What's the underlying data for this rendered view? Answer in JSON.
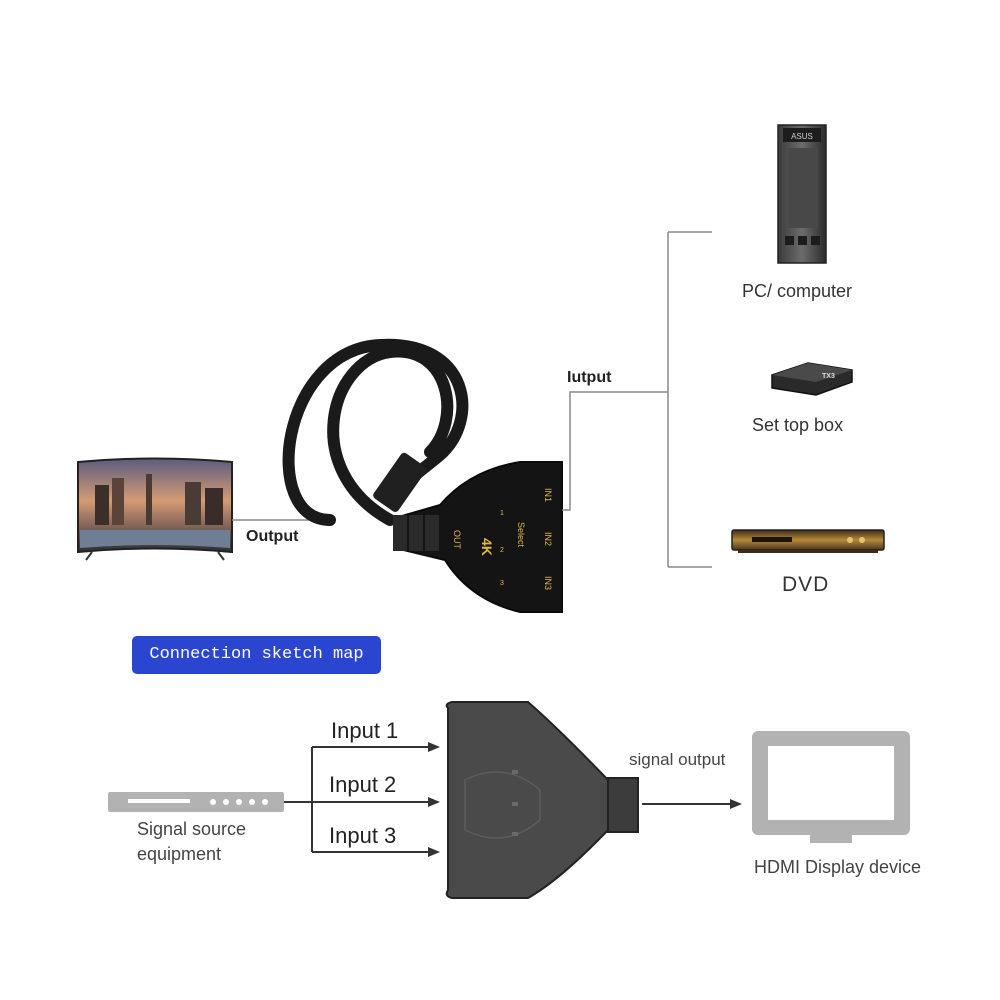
{
  "photo": {
    "tv_output_label": "Output",
    "switch_output_label": "Iutput",
    "switch_ports": [
      "IN1",
      "IN2",
      "IN3"
    ],
    "switch_resolution": "4K",
    "switch_select_label": "Select",
    "switch_out_label": "OUT",
    "switch_leds": [
      "1",
      "2",
      "3"
    ],
    "devices": [
      {
        "label": "PC/ computer",
        "brand": "ASUS"
      },
      {
        "label": "Set top box",
        "brand": "TX3"
      },
      {
        "label": "DVD",
        "brand": ""
      }
    ]
  },
  "sketch": {
    "title": "Connection sketch map",
    "inputs": [
      "Input 1",
      "Input 2",
      "Input 3"
    ],
    "source_label": [
      "Signal source",
      "equipment"
    ],
    "output_label": "signal output",
    "display_label": "HDMI Display device"
  },
  "colors": {
    "badge": "#2a45cf",
    "switch_body": "#4a4a4a",
    "line": "#333333"
  }
}
